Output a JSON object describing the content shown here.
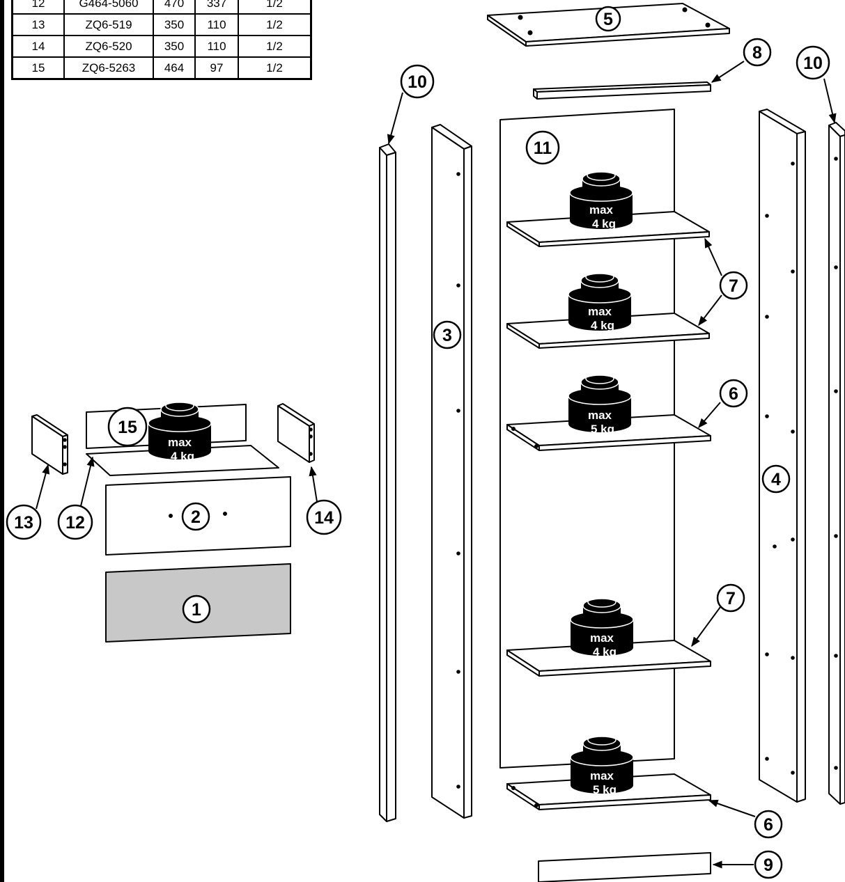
{
  "parts_table": {
    "rows": [
      {
        "no": "12",
        "code": "G464-5060",
        "dim1": "470",
        "dim2": "337",
        "qty": "1/2"
      },
      {
        "no": "13",
        "code": "ZQ6-519",
        "dim1": "350",
        "dim2": "110",
        "qty": "1/2"
      },
      {
        "no": "14",
        "code": "ZQ6-520",
        "dim1": "350",
        "dim2": "110",
        "qty": "1/2"
      },
      {
        "no": "15",
        "code": "ZQ6-5263",
        "dim1": "464",
        "dim2": "97",
        "qty": "1/2"
      }
    ]
  },
  "callouts": {
    "p1": "1",
    "p2": "2",
    "p3": "3",
    "p4": "4",
    "p5": "5",
    "p6a": "6",
    "p6b": "6",
    "p7a": "7",
    "p7b": "7",
    "p8": "8",
    "p9": "9",
    "p10a": "10",
    "p10b": "10",
    "p11": "11",
    "p12": "12",
    "p13": "13",
    "p14": "14",
    "p15": "15"
  },
  "weights": {
    "max_label": "max",
    "w_shelf1": "4 kg",
    "w_shelf2": "4 kg",
    "w_shelf3": "5 kg",
    "w_shelf4": "4 kg",
    "w_bottom": "5 kg",
    "w_drawer": "4 kg"
  },
  "colors": {
    "line": "#000000",
    "front_panel": "#c8c8c8",
    "background": "#ffffff"
  },
  "icons": [
    "weight-icon",
    "arrow-icon"
  ]
}
